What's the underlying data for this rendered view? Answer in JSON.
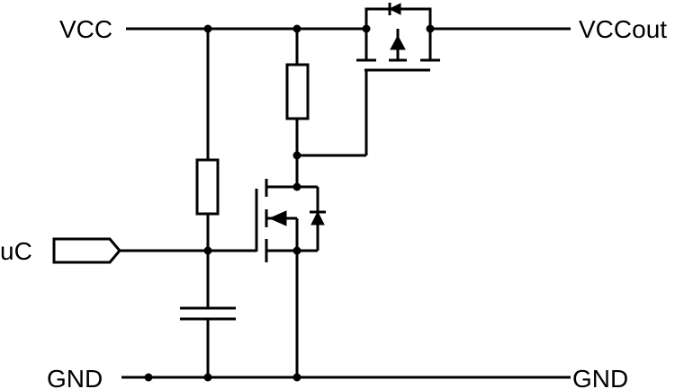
{
  "labels": {
    "vcc": "VCC",
    "vcc_out": "VCCout",
    "uc": "uC",
    "gnd_left": "GND",
    "gnd_right": "GND"
  }
}
